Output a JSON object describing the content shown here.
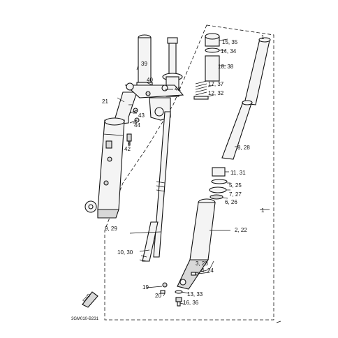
{
  "labels": {
    "l1": "1",
    "l2_22": "2, 22",
    "l3_23": "3, 23",
    "l4_24": "4, 24",
    "l5_25": "5, 25",
    "l6_26": "6, 26",
    "l7_27": "7, 27",
    "l8_28": "8, 28",
    "l9_29": "9, 29",
    "l10_30": "10, 30",
    "l11_31": "11, 31",
    "l12_32": "12, 32",
    "l13_33": "13, 33",
    "l14_34": "14, 34",
    "l15_35": "15, 35",
    "l16_36": "16, 36",
    "l17_37": "17, 37",
    "l18_38": "18, 38",
    "l19": "19",
    "l20": "20",
    "l21": "21",
    "l39": "39",
    "l40": "40",
    "l41": "41",
    "l42": "42",
    "l43": "43",
    "l44": "44"
  },
  "diagram_code": "3GM010-B231",
  "front_marker": "FWD"
}
